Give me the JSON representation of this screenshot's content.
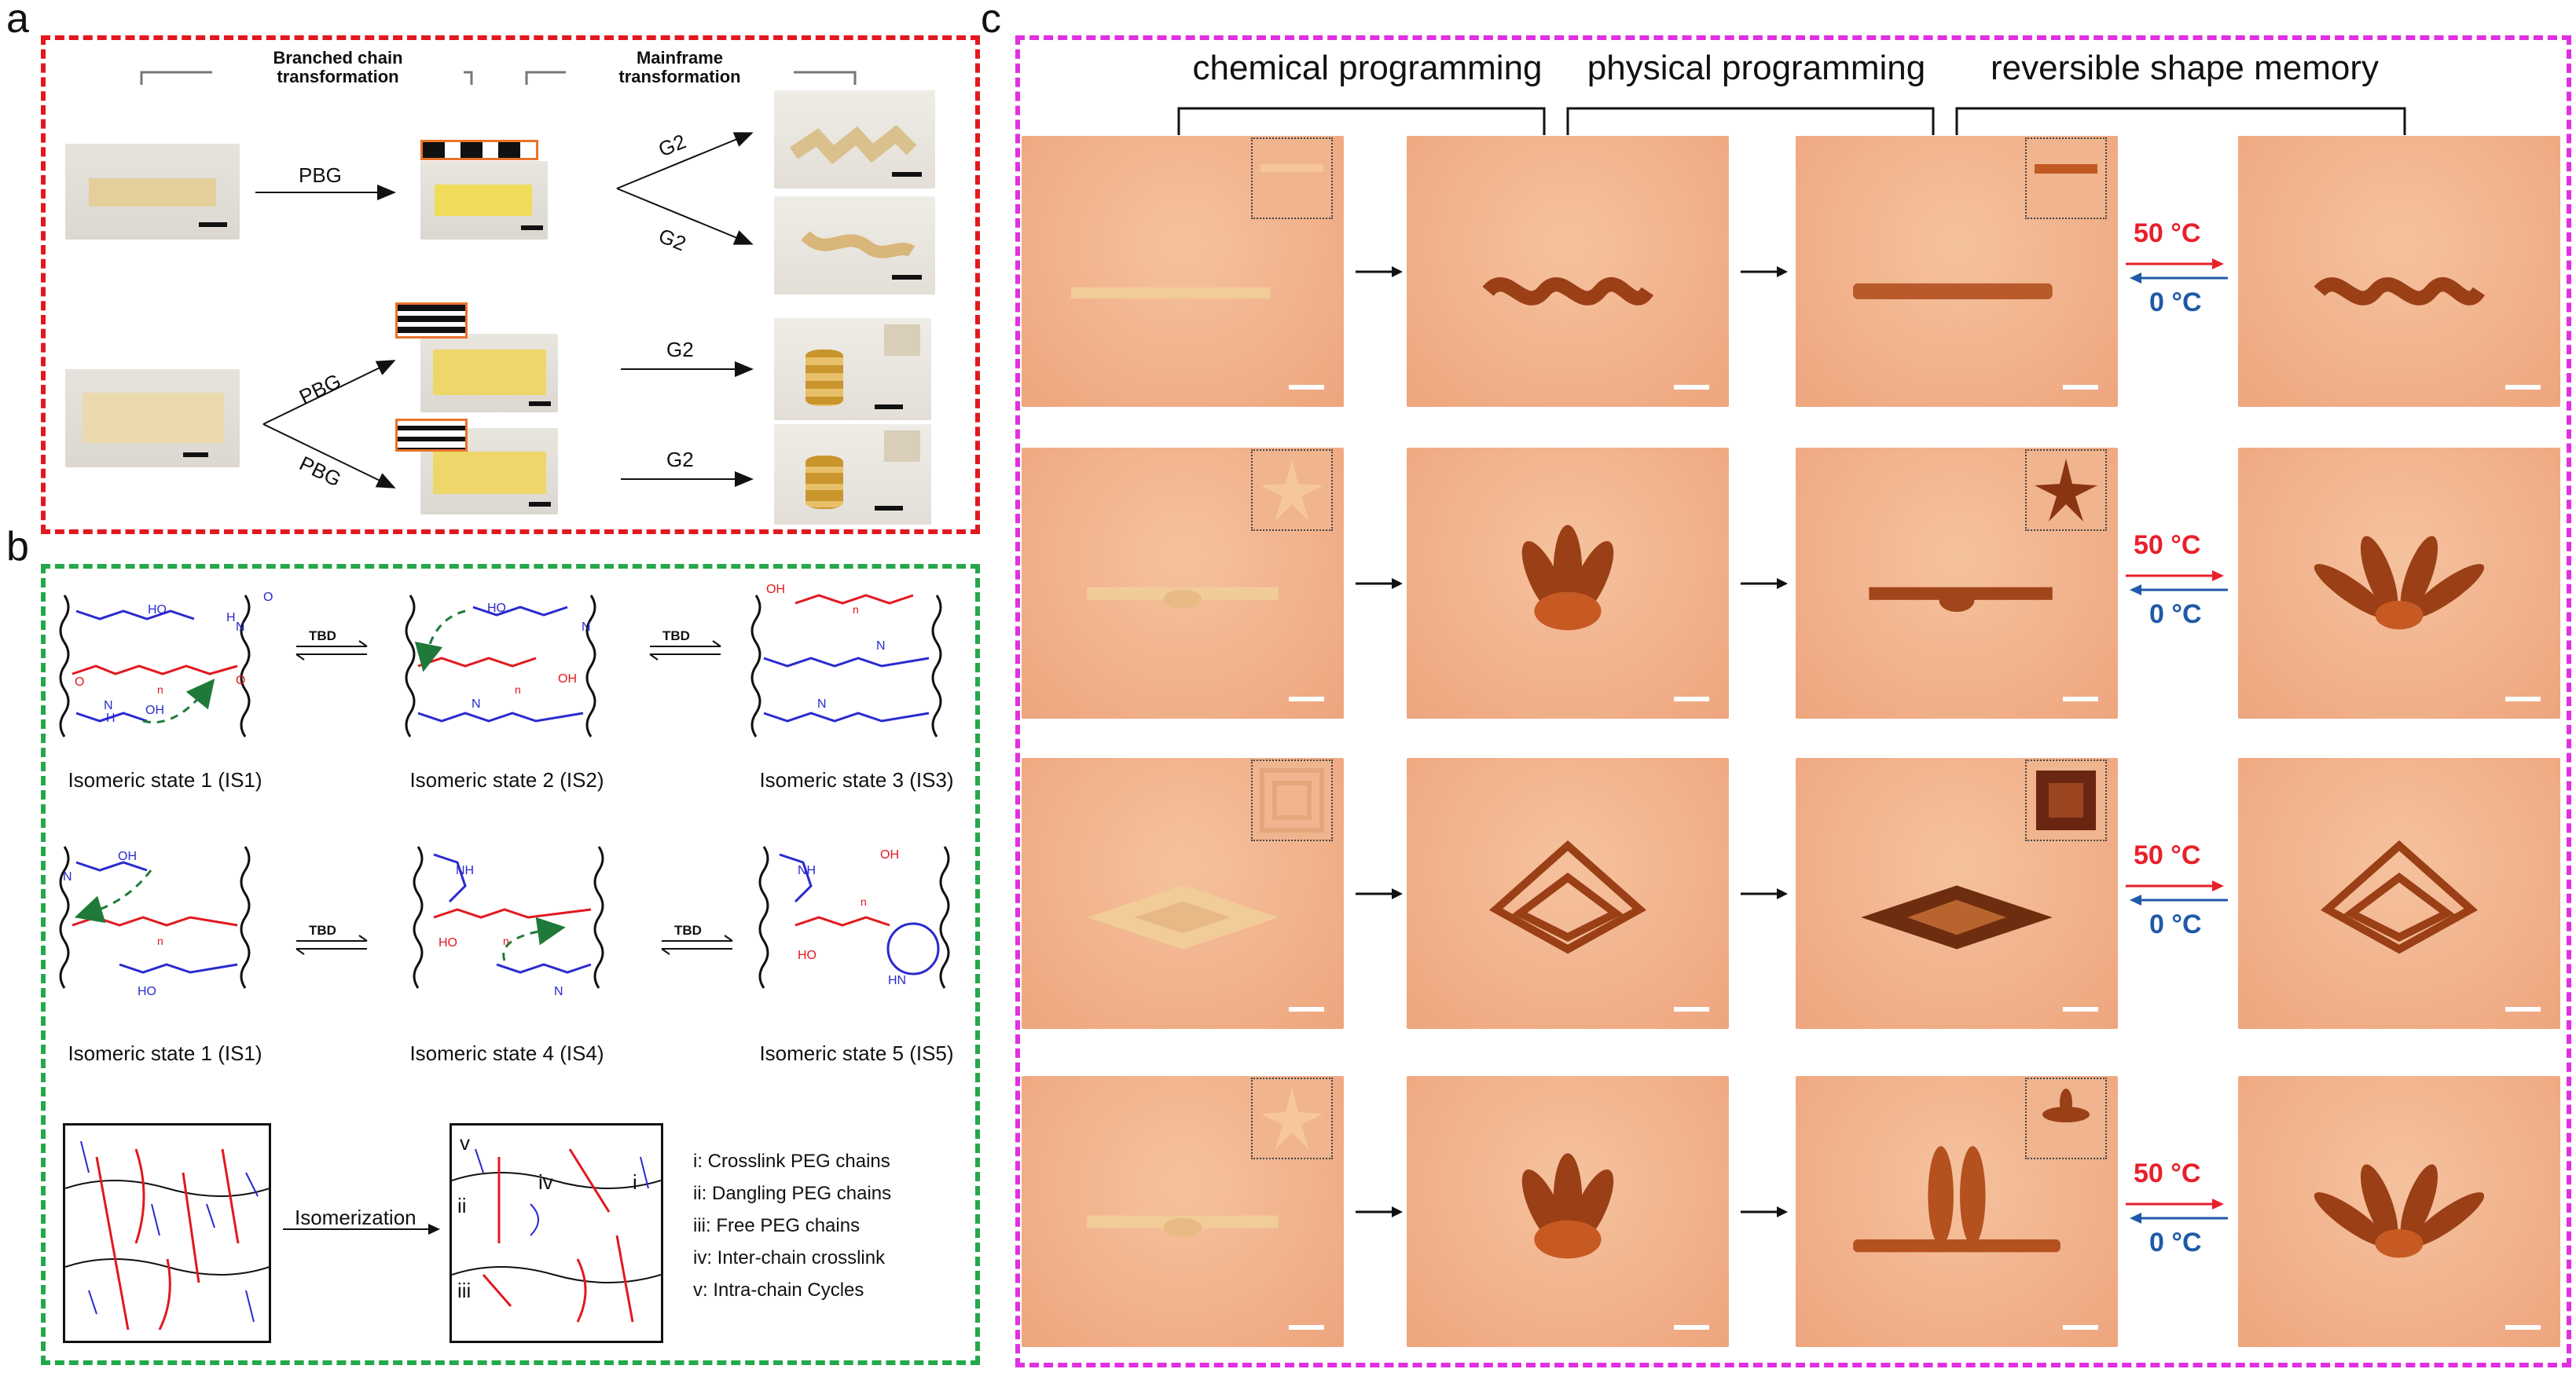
{
  "panels": {
    "a": {
      "letter": "a",
      "border_color": "#e2181f",
      "bracket_left": "Branched chain\ntransformation",
      "bracket_right": "Mainframe\ntransformation",
      "arrow_labels": [
        "PBG",
        "G2",
        "G2",
        "PBG",
        "PBG",
        "G2",
        "G2"
      ]
    },
    "b": {
      "letter": "b",
      "border_color": "#25a84a",
      "catalyst": "TBD",
      "states": [
        "Isomeric state 1 (IS1)",
        "Isomeric state 2 (IS2)",
        "Isomeric state 3 (IS3)",
        "Isomeric state 1 (IS1)",
        "Isomeric state 4 (IS4)",
        "Isomeric state 5 (IS5)"
      ],
      "isomerization_label": "Isomerization",
      "network_labels": [
        "i",
        "ii",
        "iii",
        "iv",
        "v"
      ],
      "legend": [
        "i: Crosslink PEG chains",
        "ii: Dangling PEG chains",
        "iii: Free PEG chains",
        "iv: Inter-chain crosslink",
        "v: Intra-chain Cycles"
      ],
      "chem_labels": {
        "ho": "HO",
        "oh": "OH",
        "h": "H",
        "n": "N",
        "o": "O",
        "hn": "HN",
        "nh": "NH",
        "n_sub": "n"
      }
    },
    "c": {
      "letter": "c",
      "border_color": "#e030e0",
      "headers": [
        "chemical programming",
        "physical programming",
        "reversible shape memory"
      ],
      "heat_label": "50 °C",
      "cool_label": "0 °C",
      "heat_color": "#e8202a",
      "cool_color": "#1f5aa8"
    }
  },
  "colors": {
    "photo_bg": "#eea57e",
    "sample_raw": "#f2cc98",
    "sample_programmed": "#9a3f16",
    "ester_red": "#e2181f",
    "amide_blue": "#2a2ad0",
    "arrow_green": "#1f7a3a"
  }
}
